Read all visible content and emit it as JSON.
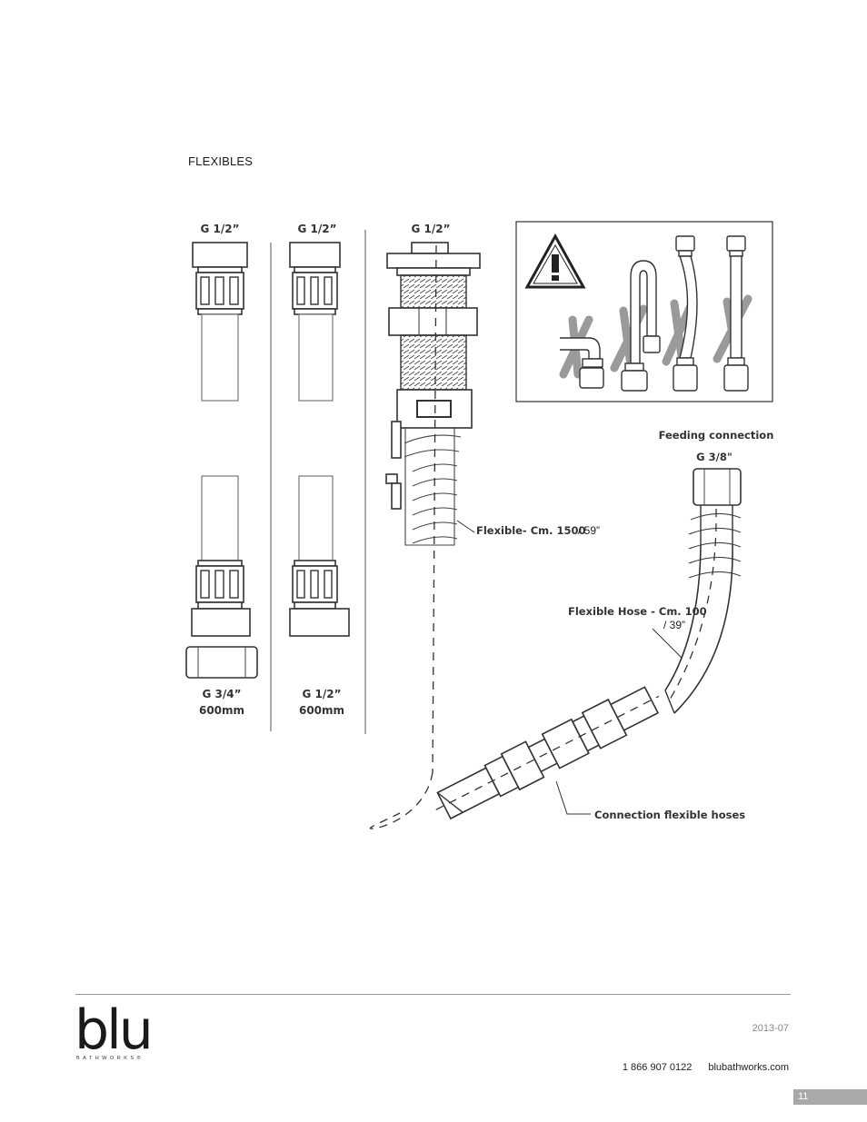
{
  "section": {
    "title": "FLEXIBLES"
  },
  "diagram": {
    "left_hose_1": {
      "top_label": "G 1/2”",
      "bottom_label": "G 3/4”",
      "length": "600mm"
    },
    "left_hose_2": {
      "top_label": "G 1/2”",
      "bottom_label": "G 1/2”",
      "length": "600mm"
    },
    "drain": {
      "top_label": "G 1/2”"
    },
    "flexible_label": "Flexible- Cm. 1500",
    "flexible_inch": "/ 59”",
    "feeding_label": "Feeding connection",
    "feeding_thread": "G 3/8\"",
    "hose_label": "Flexible Hose  - Cm. 100",
    "hose_inch": "/ 39”",
    "connection_label": "Connection flexible hoses",
    "warning_icon": "warning-triangle-icon"
  },
  "footer": {
    "brand": "blu",
    "brand_sub": "BATHWORKS®",
    "date": "2013-07",
    "phone": "1 866 907 0122",
    "website": "blubathworks.com",
    "page_number": "11"
  }
}
